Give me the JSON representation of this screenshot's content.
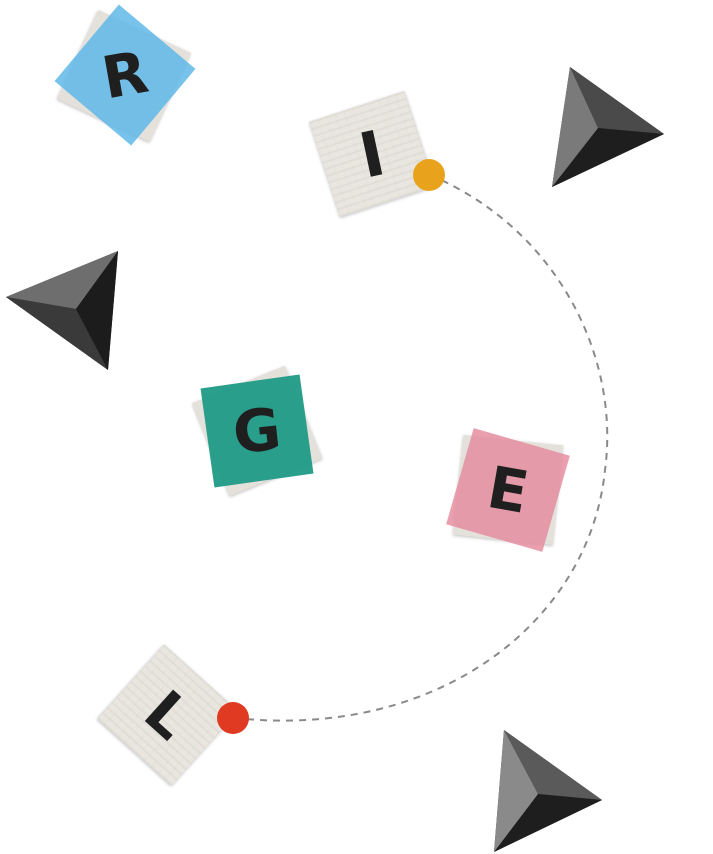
{
  "tiles": [
    {
      "letter": "R",
      "color": "#59b6e8"
    },
    {
      "letter": "I",
      "color": ""
    },
    {
      "letter": "G",
      "color": "#1f9a86"
    },
    {
      "letter": "E",
      "color": "#e48a9c"
    },
    {
      "letter": "L",
      "color": ""
    }
  ],
  "path": {
    "start_color": "#e8a21c",
    "end_color": "#e03b22",
    "line_color": "#8a8a8a",
    "style": "dashed"
  },
  "pointers": [
    {
      "icon": "triangle-pointer-icon",
      "direction": "right"
    },
    {
      "icon": "triangle-pointer-icon",
      "direction": "left"
    },
    {
      "icon": "triangle-pointer-icon",
      "direction": "right"
    }
  ]
}
